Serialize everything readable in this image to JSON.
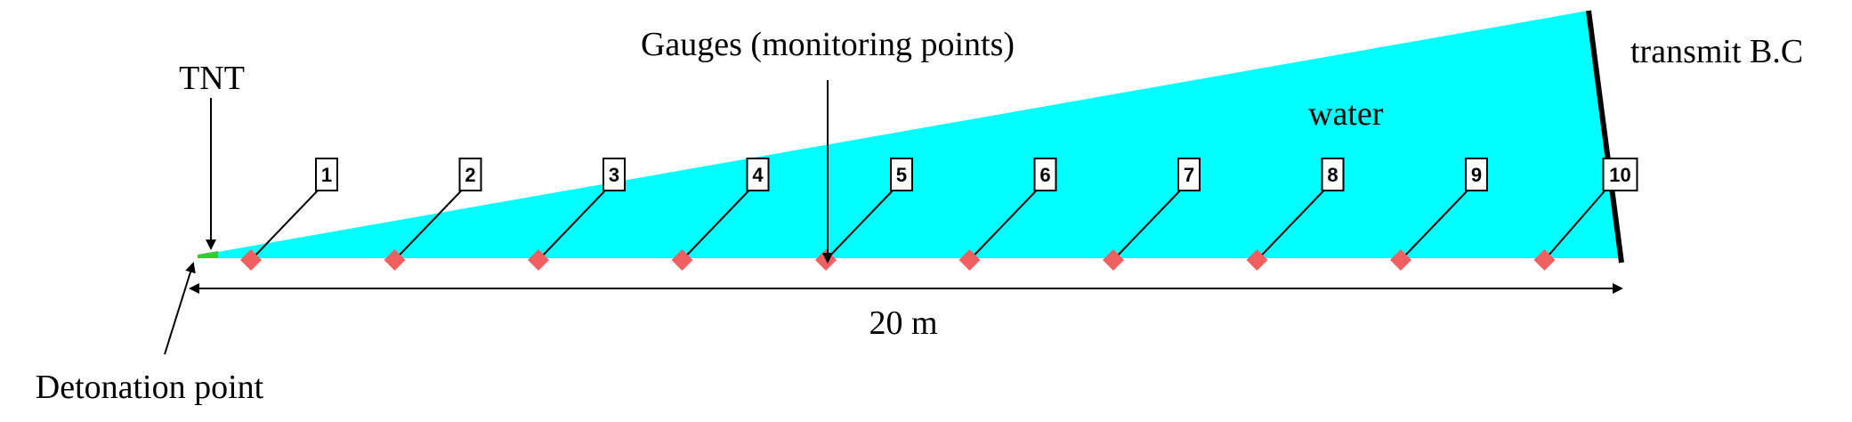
{
  "diagram": {
    "labels": {
      "tnt": "TNT",
      "gauges": "Gauges (monitoring points)",
      "water": "water",
      "boundary": "transmit B.C",
      "length": "20 m",
      "detonation": "Detonation point"
    },
    "gauges": [
      "1",
      "2",
      "3",
      "4",
      "5",
      "6",
      "7",
      "8",
      "9",
      "10"
    ],
    "colors": {
      "water": "#00ffff",
      "gauge_marker": "#f06060",
      "tnt_charge": "#33cc33",
      "boundary_line": "#000000",
      "line": "#000000"
    }
  }
}
